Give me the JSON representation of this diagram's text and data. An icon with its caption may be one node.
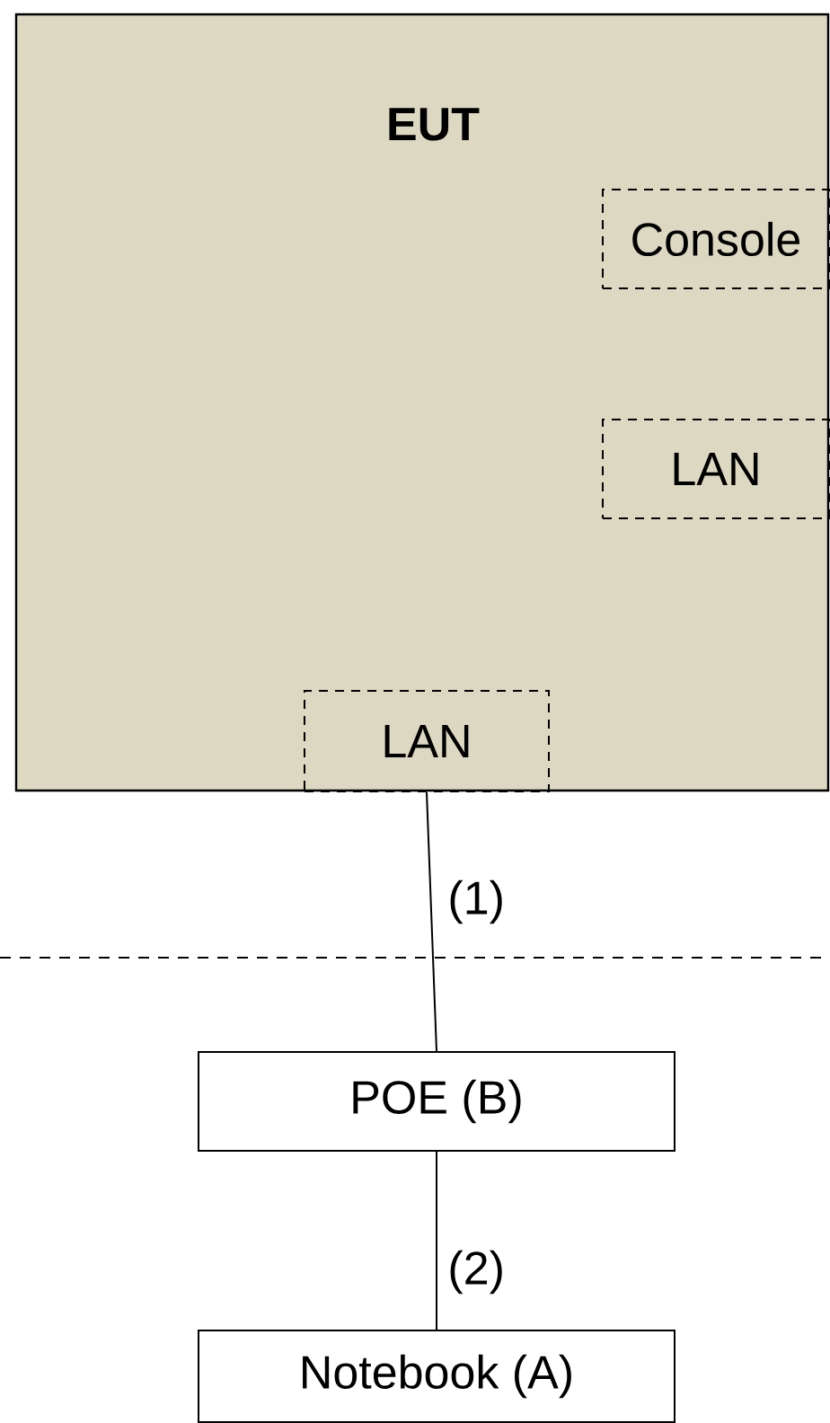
{
  "diagram": {
    "nodes": [
      {
        "text": [
          "EUT"
        ]
      },
      {
        "text": [
          "Console"
        ],
        "in": 0
      },
      {
        "text": [
          "LAN"
        ],
        "in": 0
      },
      {
        "text": [
          "LAN"
        ],
        "in": 0
      },
      {
        "text": [
          "POE (B)"
        ]
      },
      {
        "text": [
          "Notebook (A)"
        ]
      }
    ],
    "edges": [
      {
        "from": 3,
        "to": 4,
        "arrow": "none",
        "label": "(1)"
      },
      {
        "from": 4,
        "to": 5,
        "arrow": "none",
        "label": "(2)"
      }
    ]
  }
}
